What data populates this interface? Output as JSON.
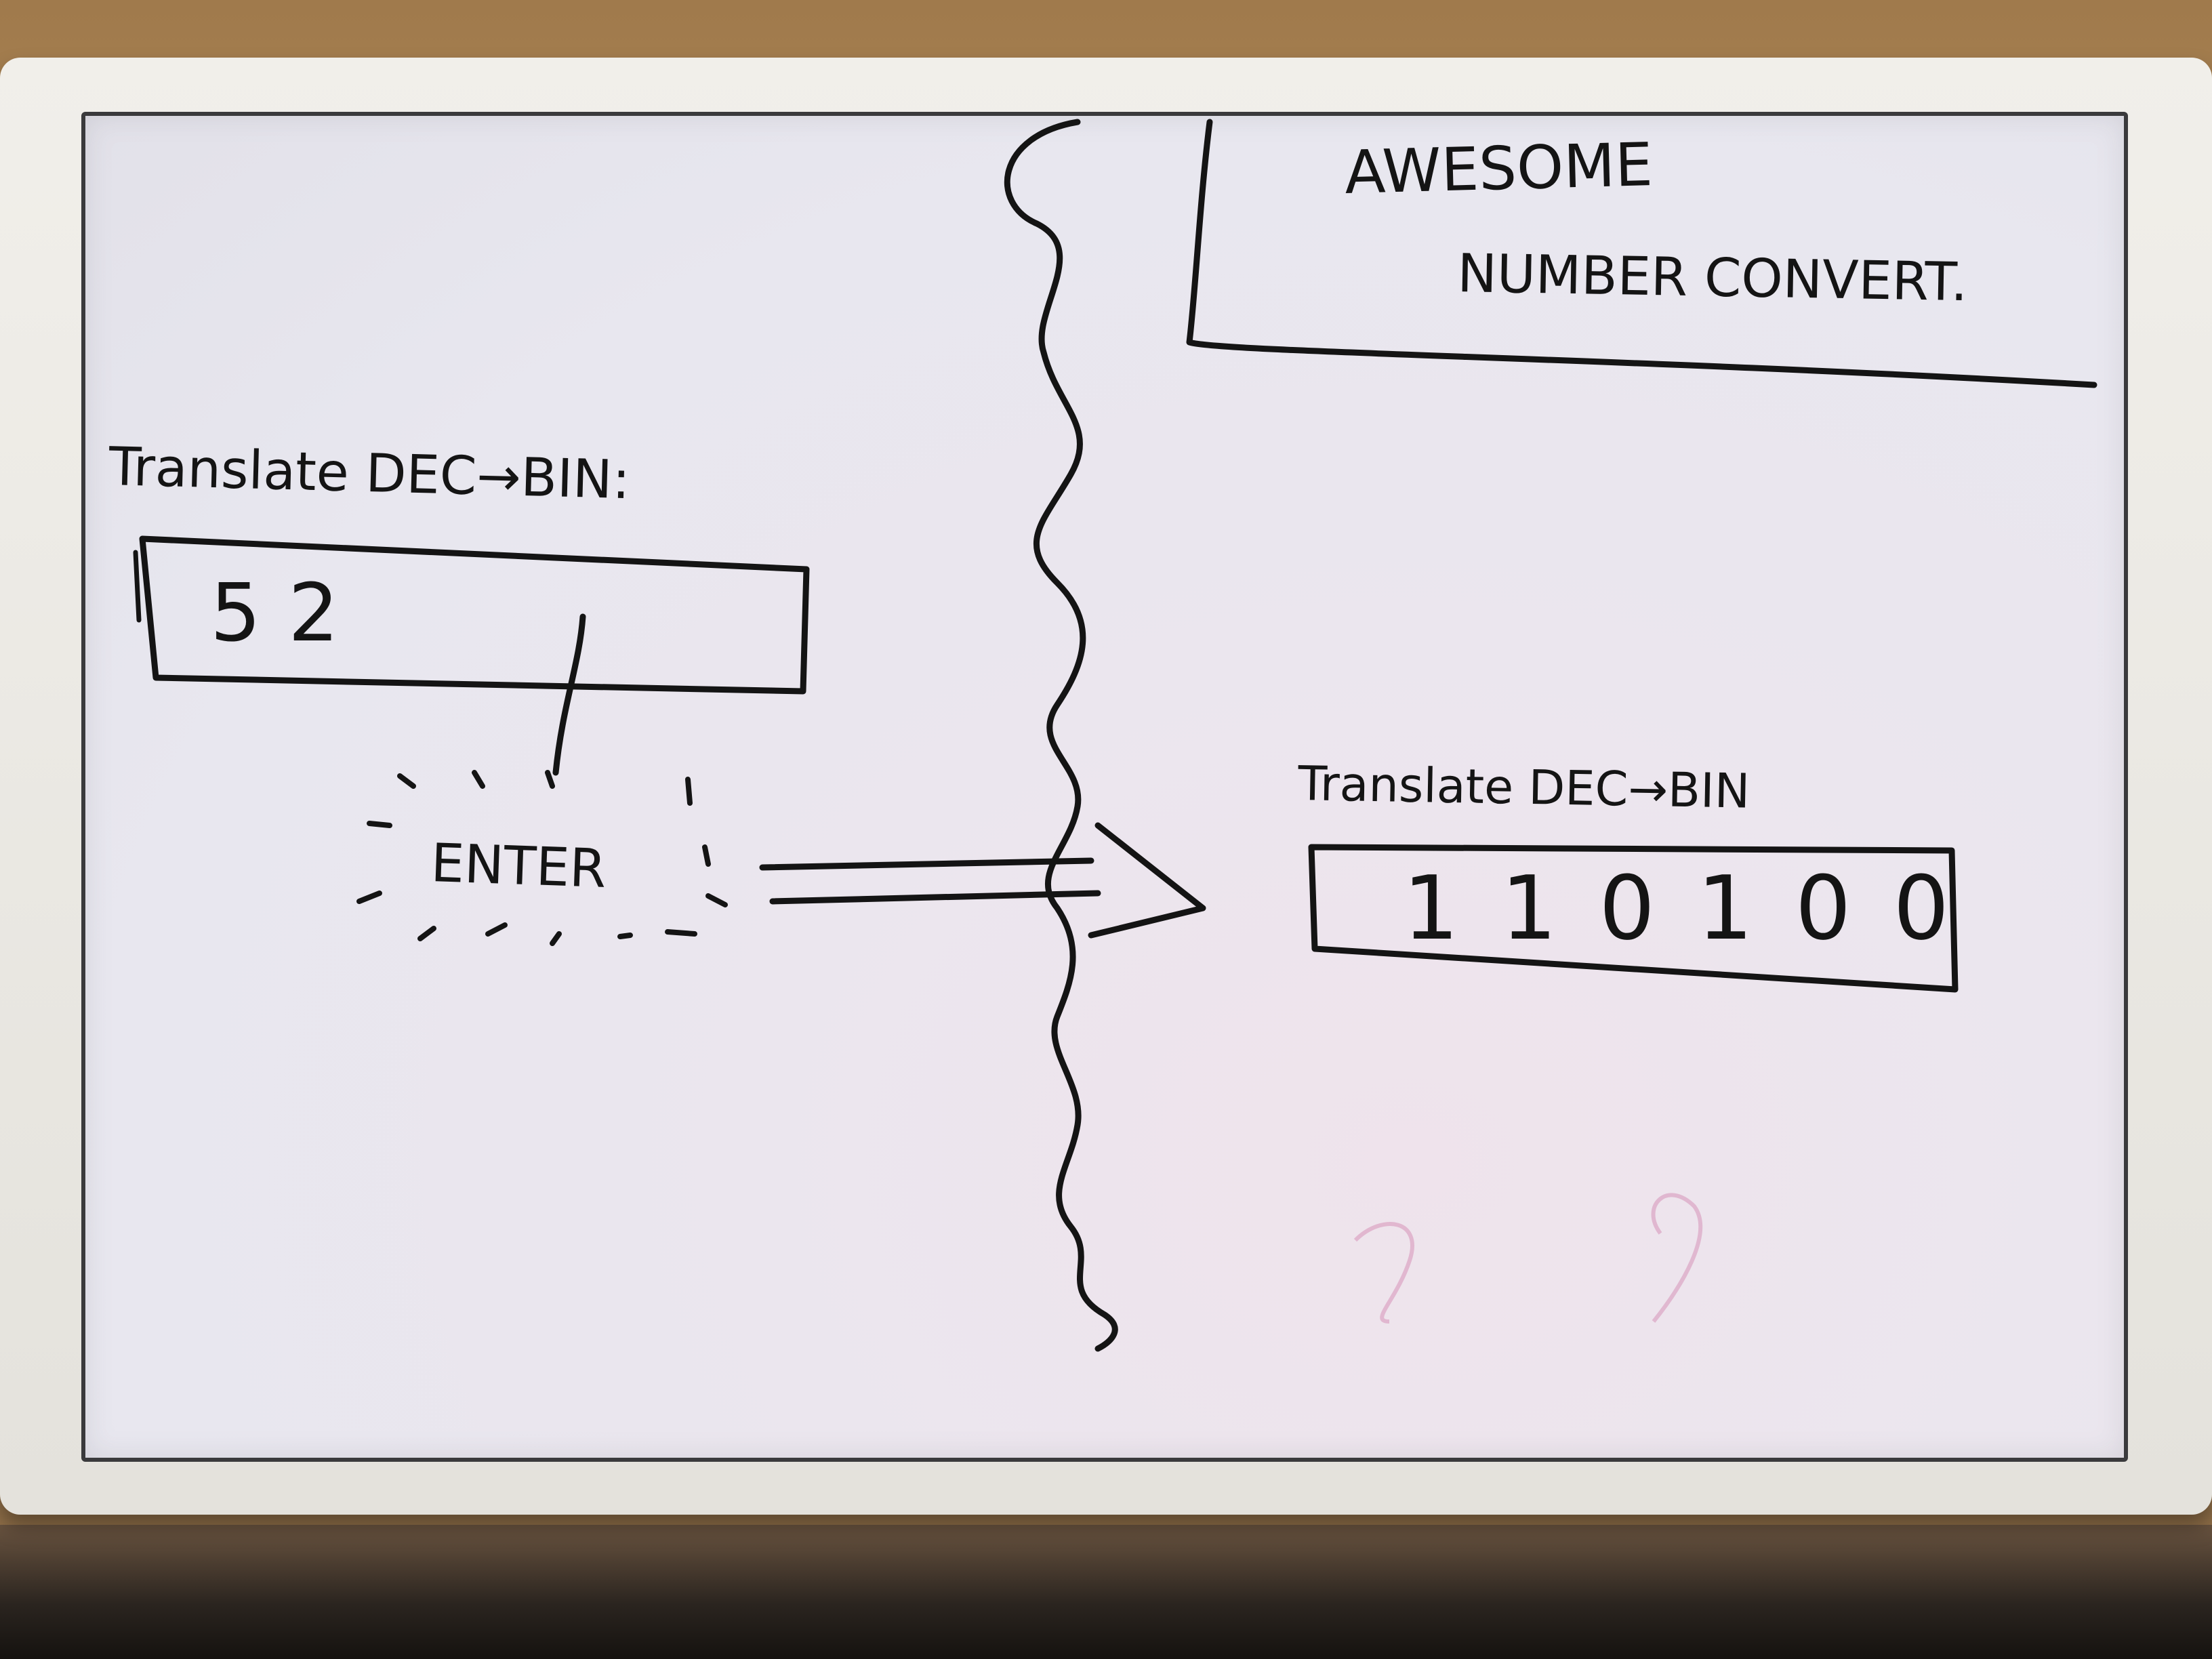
{
  "title": {
    "line1": "AWESOME",
    "line2": "NUMBER CONVERT."
  },
  "left_panel": {
    "label": "Translate DEC→BIN:",
    "input_value": "52",
    "enter_label": "ENTER"
  },
  "right_panel": {
    "label": "Translate DEC→BIN",
    "output_value": "110100"
  },
  "colors": {
    "ink": "#141414",
    "board": "#e8e7ef",
    "frame": "#ece9e3",
    "pink_residue": "#c9649a"
  }
}
